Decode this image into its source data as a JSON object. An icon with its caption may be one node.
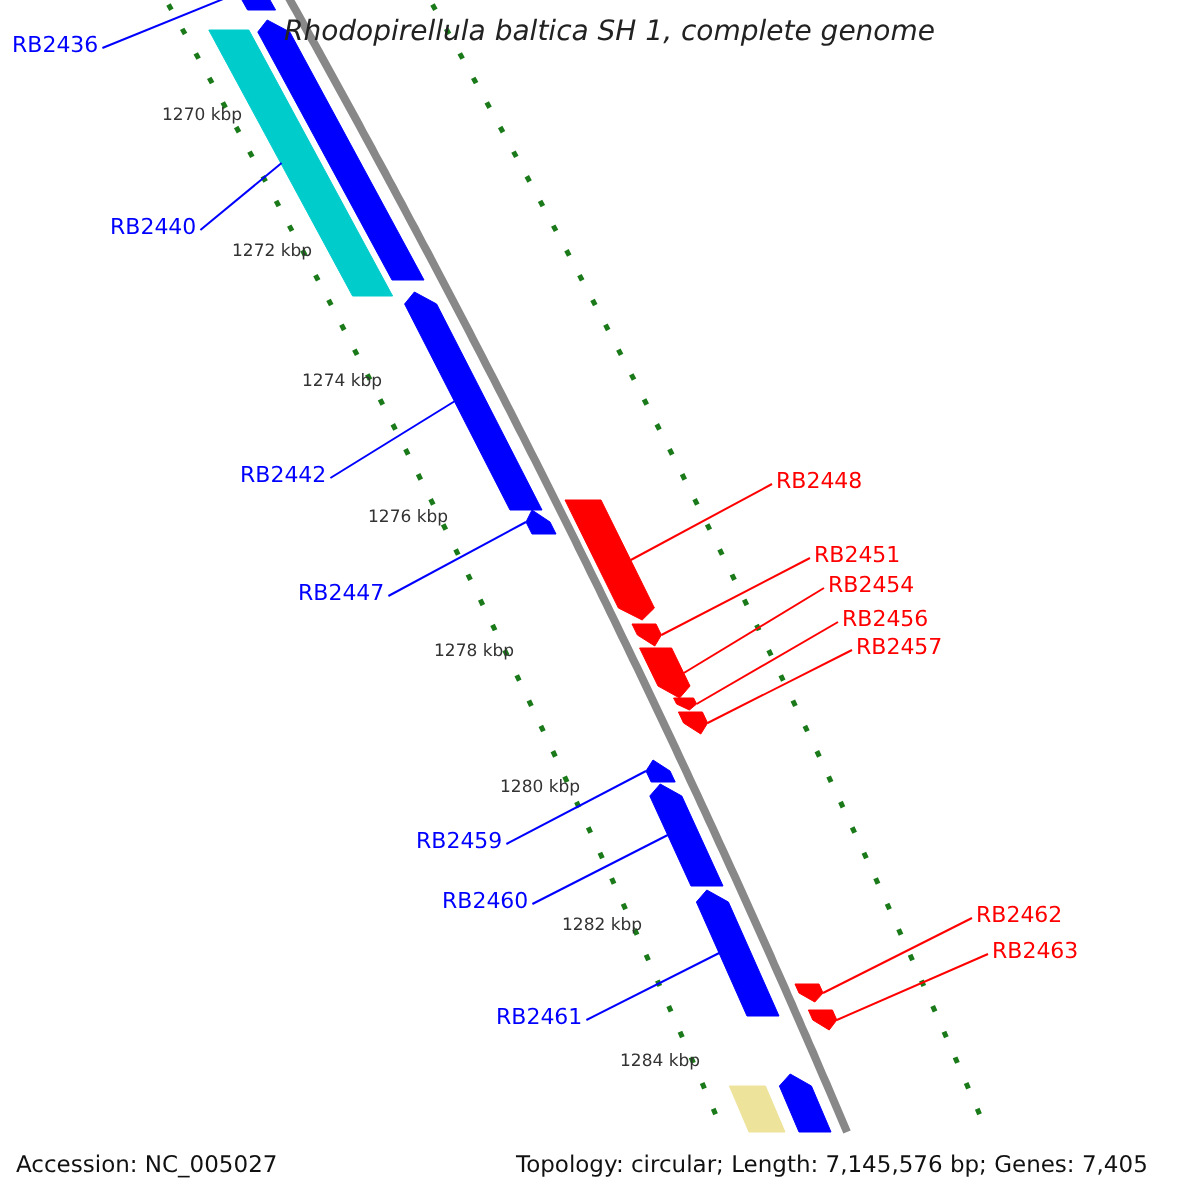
{
  "diagram": {
    "title": "Rhodopirellula baltica SH 1, complete genome",
    "nodes": [
      {
        "text": [
          "RB2436"
        ]
      },
      {
        "text": [
          "RB2440"
        ]
      },
      {
        "text": [
          "RB2442"
        ]
      },
      {
        "text": [
          "RB2447"
        ]
      },
      {
        "text": [
          "RB2448"
        ]
      },
      {
        "text": [
          "RB2451"
        ]
      },
      {
        "text": [
          "RB2454"
        ]
      },
      {
        "text": [
          "RB2456"
        ]
      },
      {
        "text": [
          "RB2457"
        ]
      },
      {
        "text": [
          "RB2459"
        ]
      },
      {
        "text": [
          "RB2460"
        ]
      },
      {
        "text": [
          "RB2461"
        ]
      },
      {
        "text": [
          "RB2462"
        ]
      },
      {
        "text": [
          "RB2463"
        ]
      },
      {
        "text": [],
        "shape": "arrow"
      },
      {
        "text": [],
        "shape": "bar"
      },
      {
        "text": [],
        "shape": "arrow"
      },
      {
        "text": [],
        "shape": "arrow"
      },
      {
        "text": [],
        "shape": "arrow"
      },
      {
        "text": [],
        "shape": "arrow"
      },
      {
        "text": [],
        "shape": "arrow"
      },
      {
        "text": [],
        "shape": "arrow"
      },
      {
        "text": [],
        "shape": "arrow"
      },
      {
        "text": [],
        "shape": "arrow"
      },
      {
        "text": [],
        "shape": "arrow"
      },
      {
        "text": [],
        "shape": "arrow"
      },
      {
        "text": [],
        "shape": "arrow"
      },
      {
        "text": [],
        "shape": "arrow"
      },
      {
        "text": [],
        "shape": "arrow"
      },
      {
        "text": [],
        "shape": "bar"
      },
      {
        "text": [],
        "shape": "arrow"
      }
    ],
    "edges": [
      {
        "from": 0,
        "to": 14,
        "arrow": "none"
      },
      {
        "from": 1,
        "to": 15,
        "arrow": "none"
      },
      {
        "from": 2,
        "to": 17,
        "arrow": "none"
      },
      {
        "from": 3,
        "to": 18,
        "arrow": "none"
      },
      {
        "from": 4,
        "to": 19,
        "arrow": "none",
        "color": "#ff0000"
      },
      {
        "from": 5,
        "to": 20,
        "arrow": "none",
        "color": "#ff0000"
      },
      {
        "from": 6,
        "to": 21,
        "arrow": "none",
        "color": "#ff0000"
      },
      {
        "from": 7,
        "to": 22,
        "arrow": "none",
        "color": "#ff0000"
      },
      {
        "from": 8,
        "to": 23,
        "arrow": "none",
        "color": "#ff0000"
      },
      {
        "from": 9,
        "to": 24,
        "arrow": "none"
      },
      {
        "from": 10,
        "to": 25,
        "arrow": "none"
      },
      {
        "from": 11,
        "to": 26,
        "arrow": "none"
      },
      {
        "from": 12,
        "to": 27,
        "arrow": "none",
        "color": "#ff0000"
      },
      {
        "from": 13,
        "to": 28,
        "arrow": "none",
        "color": "#ff0000"
      }
    ],
    "labels": [
      "1270 kbp",
      "1272 kbp",
      "1274 kbp",
      "1276 kbp",
      "1278 kbp",
      "1280 kbp",
      "1282 kbp",
      "1284 kbp",
      "Accession: NC_005027",
      "Topology: circular; Length: 7,145,576 bp; Genes: 7,405"
    ]
  }
}
